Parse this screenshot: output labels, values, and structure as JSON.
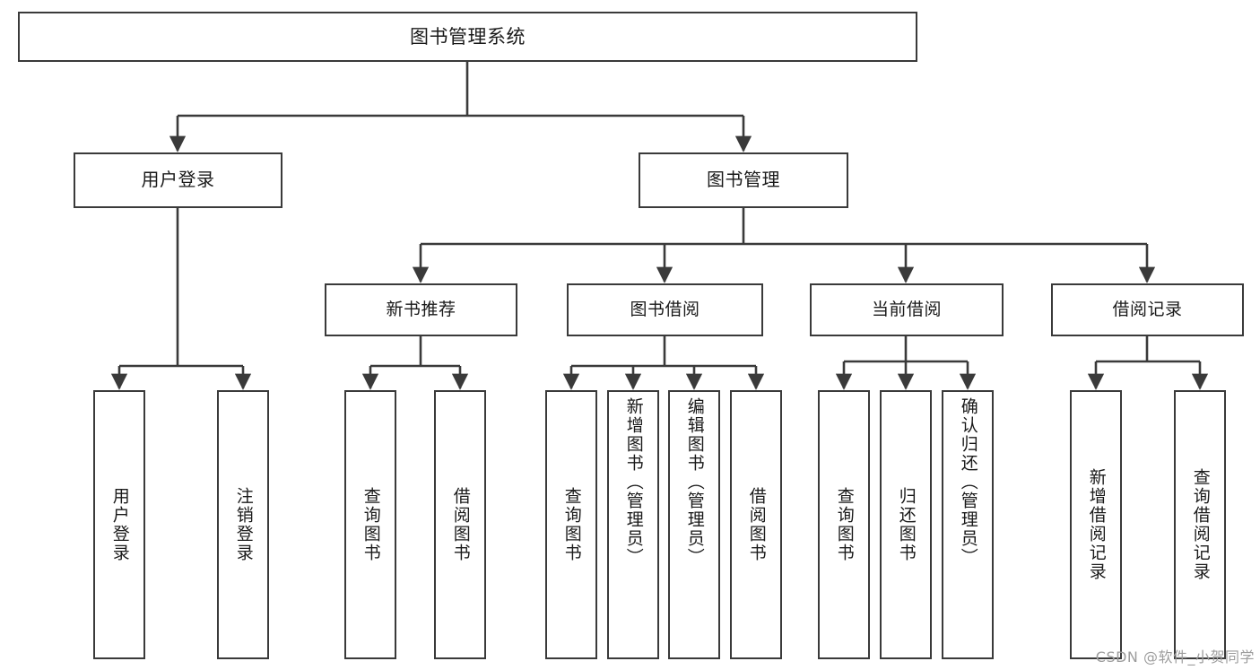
{
  "diagram": {
    "title": "图书管理系统",
    "type": "tree-hierarchy-chart",
    "orientation": "top-down",
    "colors": {
      "box_border": "#3a3a3a",
      "box_fill": "#ffffff",
      "edge": "#3a3a3a",
      "text": "#1a1a1a",
      "watermark": "#9d9d9d",
      "background": "#ffffff"
    }
  },
  "watermark": {
    "text": "CSDN @软件_小贺同学"
  },
  "nodes": {
    "root": {
      "label": "图书管理系统"
    },
    "level2": [
      {
        "label": "用户登录"
      },
      {
        "label": "图书管理"
      }
    ],
    "level3": [
      {
        "label": "新书推荐"
      },
      {
        "label": "图书借阅"
      },
      {
        "label": "当前借阅"
      },
      {
        "label": "借阅记录"
      }
    ],
    "leaves_user_login": [
      {
        "label": "用户登录"
      },
      {
        "label": "注销登录"
      }
    ],
    "leaves_new_book": [
      {
        "label": "查询图书"
      },
      {
        "label": "借阅图书"
      }
    ],
    "leaves_borrow": [
      {
        "label": "查询图书"
      },
      {
        "label": "新增图书（管理员）"
      },
      {
        "label": "编辑图书（管理员）"
      },
      {
        "label": "借阅图书"
      }
    ],
    "leaves_current": [
      {
        "label": "查询图书"
      },
      {
        "label": "归还图书"
      },
      {
        "label": "确认归还（管理员）"
      }
    ],
    "leaves_record": [
      {
        "label": "新增借阅记录"
      },
      {
        "label": "查询借阅记录"
      }
    ]
  }
}
